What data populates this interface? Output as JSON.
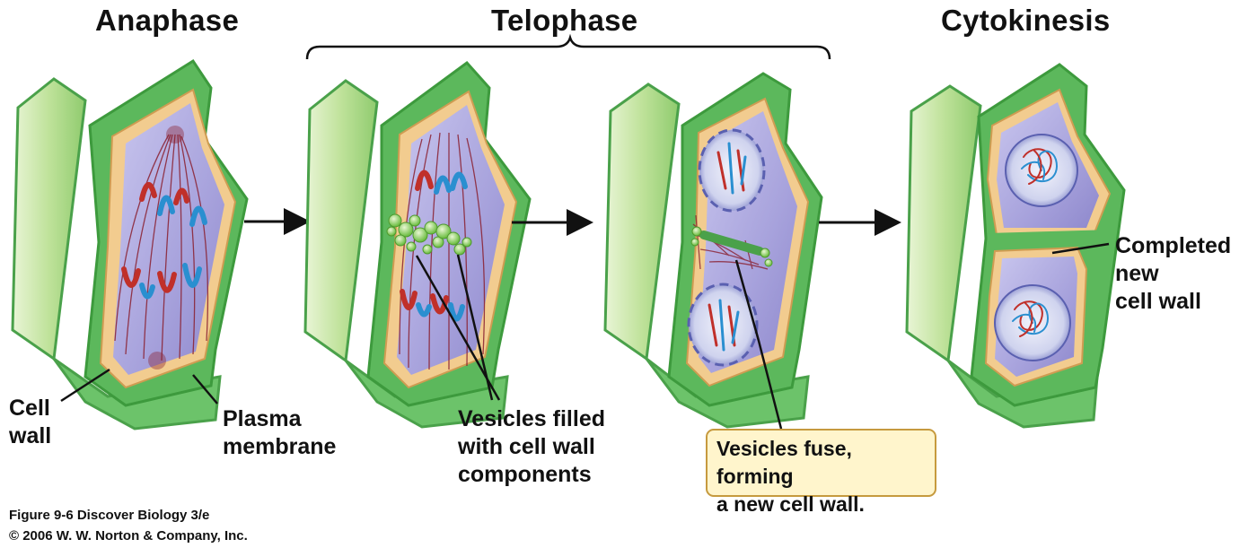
{
  "headings": {
    "anaphase": "Anaphase",
    "telophase": "Telophase",
    "cytokinesis": "Cytokinesis"
  },
  "labels": {
    "cell_wall_line1": "Cell",
    "cell_wall_line2": "wall",
    "plasma_line1": "Plasma",
    "plasma_line2": "membrane",
    "vesicles_line1": "Vesicles filled",
    "vesicles_line2": "with cell wall",
    "vesicles_line3": "components",
    "completed_line1": "Completed",
    "completed_line2": "new",
    "completed_line3": "cell wall"
  },
  "callout": {
    "line1": "Vesicles fuse, forming",
    "line2": "a new cell wall."
  },
  "credits": {
    "figure": "Figure 9-6  Discover Biology 3/e",
    "copyright": "© 2006 W. W. Norton & Company, Inc."
  },
  "colors": {
    "wall_green": "#5cb85c",
    "wall_light": "#c8e6a0",
    "membrane_tan": "#f2cc8f",
    "cytoplasm": "#a9a4dc",
    "chromosome_red": "#c0302a",
    "chromosome_blue": "#2a8fd0",
    "spindle": "#8a2030",
    "callout_bg": "#fff5cc",
    "callout_border": "#c69a3e"
  }
}
